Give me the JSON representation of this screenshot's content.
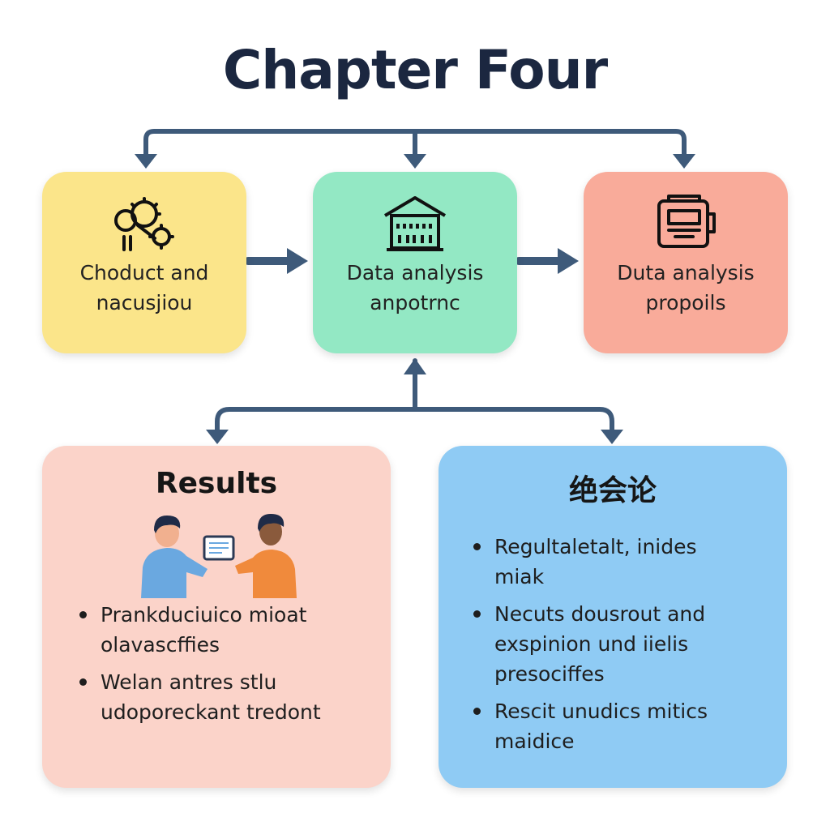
{
  "title": "Chapter Four",
  "colors": {
    "yellow": "#fbe58a",
    "green": "#93e8c4",
    "salmon": "#f9ab9a",
    "pink": "#fbd3c9",
    "blue": "#8fcbf4",
    "connector": "#3e5a7a"
  },
  "boxes": {
    "left": {
      "label": "Choduct and nacusjiou",
      "line1": "Choduct and",
      "line2": "nacusjiou",
      "icon": "gears-icon"
    },
    "center": {
      "line1": "Data analysis",
      "line2": "anpotrnc",
      "icon": "building-icon"
    },
    "right": {
      "line1": "Duta analysis",
      "line2": "propoils",
      "icon": "document-icon"
    }
  },
  "results": {
    "heading": "Results",
    "icon": "two-people-tablet-icon",
    "bullets": [
      {
        "line1": "Prankduciuico mioat",
        "line2": "olavascffies"
      },
      {
        "line1": "Welan antres stlu",
        "line2": "udoporeckant tredont"
      }
    ]
  },
  "conclusion": {
    "heading": "绝会论",
    "bullets": [
      {
        "line1": "Regultaletalt, inides",
        "line2": "miak"
      },
      {
        "line1": "Necuts dousrout and",
        "line2": "exspinion und iielis",
        "line3": "presociffes"
      },
      {
        "line1": "Rescit unudics mitics",
        "line2": "maidice"
      }
    ]
  }
}
